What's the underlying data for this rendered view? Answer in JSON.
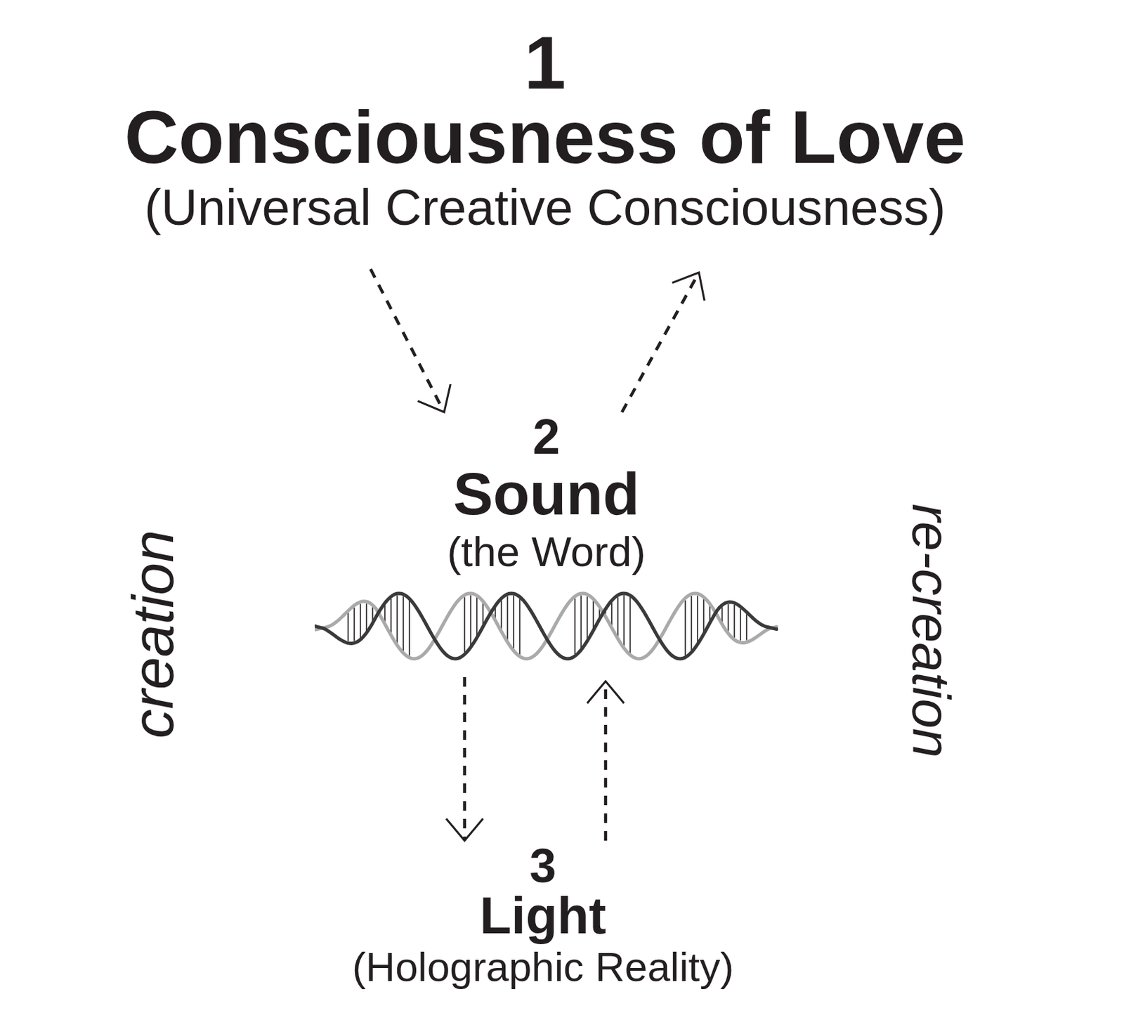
{
  "diagram": {
    "nodes": [
      {
        "text": [
          "1",
          "Consciousness of Love",
          "(Universal Creative Consciousness)"
        ]
      },
      {
        "text": [
          "2",
          "Sound",
          "(the Word)"
        ]
      },
      {
        "text": [
          "3",
          "Light",
          "(Holographic Reality)"
        ]
      }
    ],
    "edges": [
      {
        "from": 0,
        "to": 1,
        "arrow": "to"
      },
      {
        "from": 1,
        "to": 0,
        "arrow": "to"
      },
      {
        "from": 1,
        "to": 2,
        "arrow": "to"
      },
      {
        "from": 2,
        "to": 1,
        "arrow": "to"
      }
    ],
    "labels": [
      "creation",
      "re-creation"
    ]
  }
}
